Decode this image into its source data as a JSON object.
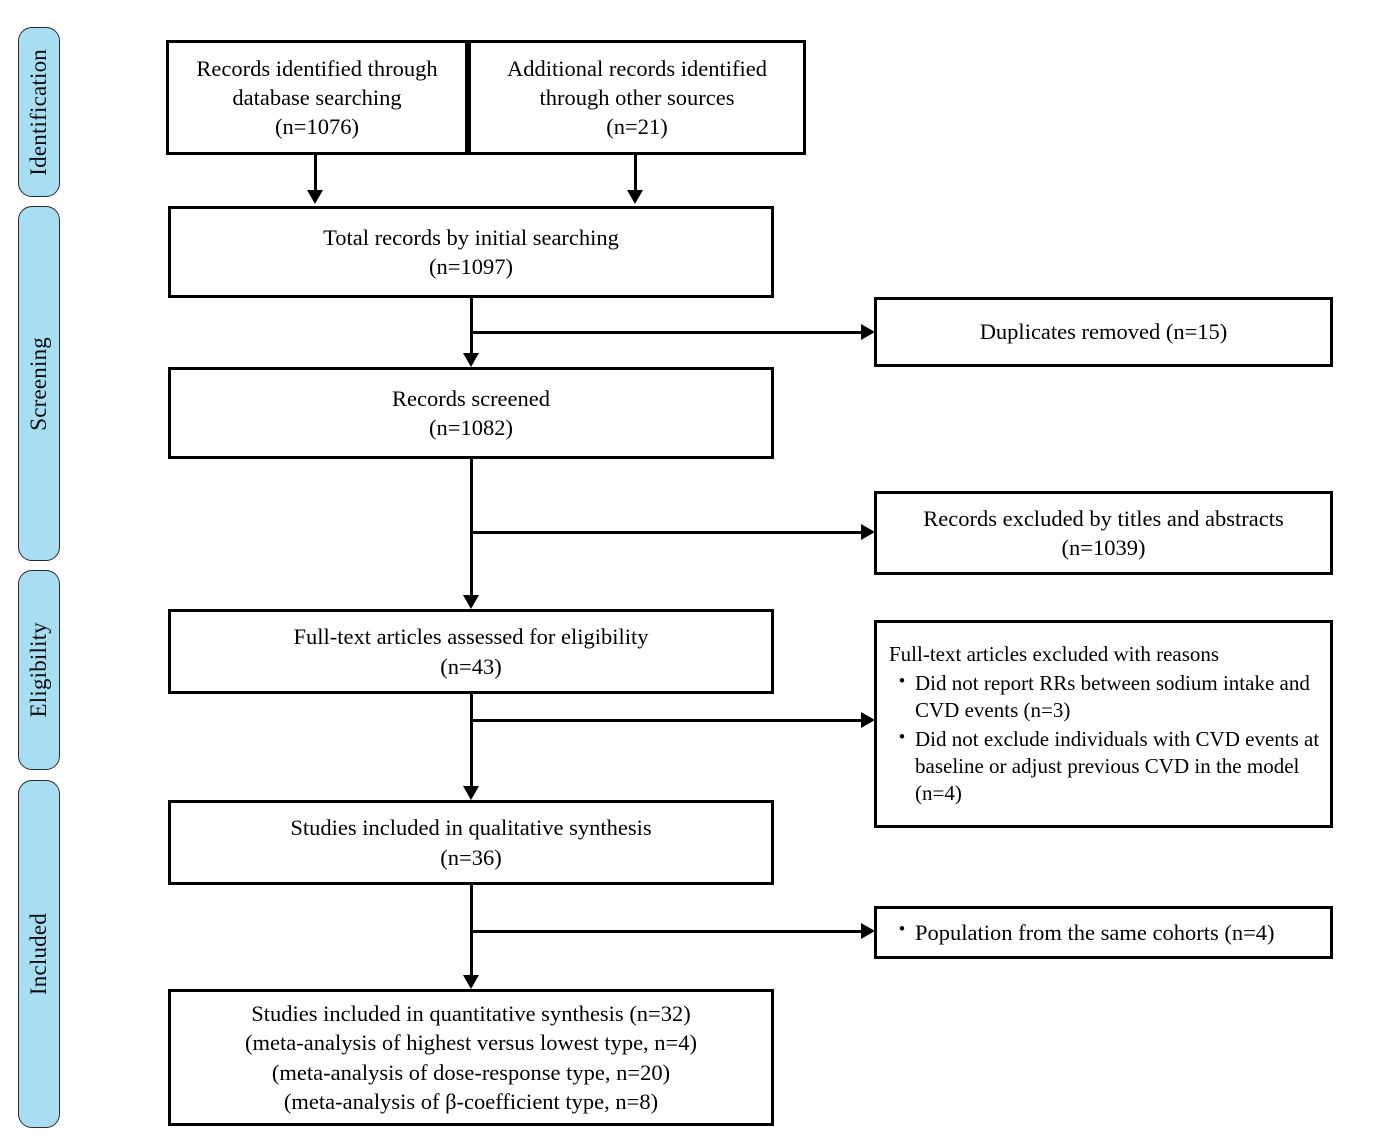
{
  "stages": [
    {
      "id": "identification",
      "label": "Identification"
    },
    {
      "id": "screening",
      "label": "Screening"
    },
    {
      "id": "eligibility",
      "label": "Eligibility"
    },
    {
      "id": "included",
      "label": "Included"
    }
  ],
  "colors": {
    "stage_tab_fill": "#a8ddf2",
    "stage_tab_border": "#2b2b2b",
    "box_border": "#000000",
    "box_fill": "#ffffff",
    "connector": "#000000",
    "text": "#000000"
  },
  "boxes": {
    "database_search": {
      "line1": "Records identified through",
      "line2": "database searching",
      "line3": "(n=1076)"
    },
    "other_sources": {
      "line1": "Additional records identified",
      "line2": "through other sources",
      "line3": "(n=21)"
    },
    "total_records": {
      "line1": "Total records by initial searching",
      "line2": "(n=1097)"
    },
    "duplicates_removed": {
      "line1": "Duplicates removed (n=15)"
    },
    "records_screened": {
      "line1": "Records screened",
      "line2": "(n=1082)"
    },
    "records_excluded": {
      "line1": "Records excluded by titles and abstracts",
      "line2": "(n=1039)"
    },
    "fulltext_assessed": {
      "line1": "Full-text articles assessed for eligibility",
      "line2": "(n=43)"
    },
    "fulltext_excluded": {
      "heading": "Full-text articles excluded with reasons",
      "bullet_mark": "•",
      "bullets": [
        "Did not report RRs between sodium intake and CVD events (n=3)",
        "Did not exclude individuals with CVD events at baseline or adjust previous CVD in the model (n=4)"
      ]
    },
    "qualitative_synthesis": {
      "line1": "Studies included in qualitative synthesis",
      "line2": "(n=36)"
    },
    "same_cohorts": {
      "bullet_mark": "•",
      "bullets": [
        "Population from the same cohorts (n=4)"
      ]
    },
    "quantitative_synthesis": {
      "line1": "Studies included in quantitative synthesis (n=32)",
      "line2": "(meta-analysis of highest versus lowest type, n=4)",
      "line3": "(meta-analysis of dose-response type, n=20)",
      "line4": "(meta-analysis of β-coefficient type, n=8)"
    }
  },
  "chart_data": {
    "type": "table",
    "title": "PRISMA flow diagram of study selection",
    "stages": [
      "Identification",
      "Screening",
      "Eligibility",
      "Included"
    ],
    "nodes": [
      {
        "stage": "Identification",
        "label": "Records identified through database searching",
        "n": 1076
      },
      {
        "stage": "Identification",
        "label": "Additional records identified through other sources",
        "n": 21
      },
      {
        "stage": "Identification",
        "label": "Total records by initial searching",
        "n": 1097
      },
      {
        "stage": "Screening",
        "label": "Duplicates removed",
        "n": 15,
        "excluded": true
      },
      {
        "stage": "Screening",
        "label": "Records screened",
        "n": 1082
      },
      {
        "stage": "Screening",
        "label": "Records excluded by titles and abstracts",
        "n": 1039,
        "excluded": true
      },
      {
        "stage": "Eligibility",
        "label": "Full-text articles assessed for eligibility",
        "n": 43
      },
      {
        "stage": "Eligibility",
        "label": "Did not report RRs between sodium intake and CVD events",
        "n": 3,
        "excluded": true
      },
      {
        "stage": "Eligibility",
        "label": "Did not exclude individuals with CVD events at baseline or adjust previous CVD in the model",
        "n": 4,
        "excluded": true
      },
      {
        "stage": "Included",
        "label": "Studies included in qualitative synthesis",
        "n": 36
      },
      {
        "stage": "Included",
        "label": "Population from the same cohorts",
        "n": 4,
        "excluded": true
      },
      {
        "stage": "Included",
        "label": "Studies included in quantitative synthesis",
        "n": 32
      },
      {
        "stage": "Included",
        "label": "meta-analysis of highest versus lowest type",
        "n": 4
      },
      {
        "stage": "Included",
        "label": "meta-analysis of dose-response type",
        "n": 20
      },
      {
        "stage": "Included",
        "label": "meta-analysis of β-coefficient type",
        "n": 8
      }
    ]
  }
}
